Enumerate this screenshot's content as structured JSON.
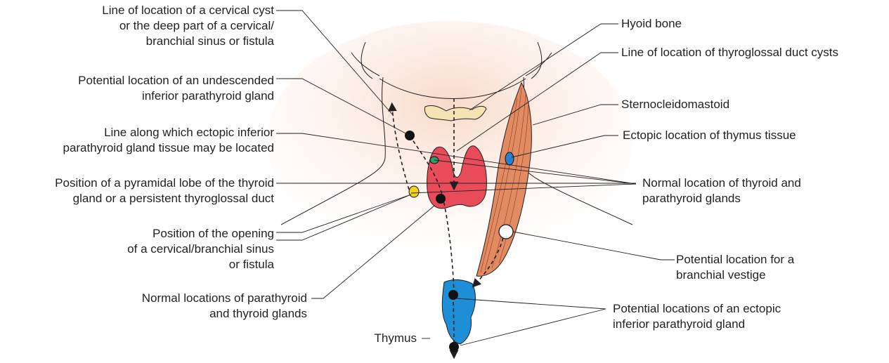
{
  "labels": {
    "cervical_cyst": [
      "Line of location of a cervical cyst",
      "or the deep part of a cervical/",
      "branchial sinus or fistula"
    ],
    "undescended_parathyroid": [
      "Potential location of an undescended",
      "inferior parathyroid gland"
    ],
    "ectopic_line": [
      "Line along which ectopic inferior",
      "parathyroid gland tissue may be located"
    ],
    "pyramidal_lobe": [
      "Position of a pyramidal lobe of the thyroid",
      "gland or a persistent thyroglossal duct"
    ],
    "sinus_opening": [
      "Position of the opening",
      "of a cervical/branchial sinus",
      "or fistula"
    ],
    "normal_locations_left": [
      "Normal locations of parathyroid",
      "and thyroid glands"
    ],
    "thymus": "Thymus",
    "hyoid": "Hyoid bone",
    "thyroglossal_line": "Line of location of thyroglossal duct cysts",
    "sternocleidomastoid": "Sternocleidomastoid",
    "ectopic_thymus": "Ectopic location of thymus tissue",
    "normal_location_right": [
      "Normal location of thyroid and",
      "parathyroid glands"
    ],
    "branchial_vestige": [
      "Potential location for a",
      "branchial vestige"
    ],
    "ectopic_parathyroid": [
      "Potential locations of an ectopic",
      "inferior parathyroid gland"
    ]
  },
  "colors": {
    "thyroid": "#e84c5a",
    "thymus": "#1e8fd6",
    "muscle": "#e28a62",
    "skin": "#fbe4d8",
    "hyoid": "#f6e3b4",
    "green_dot": "#2e9e6a",
    "yellow_dot": "#f5d21a",
    "blue_dot": "#2a7fcf"
  }
}
